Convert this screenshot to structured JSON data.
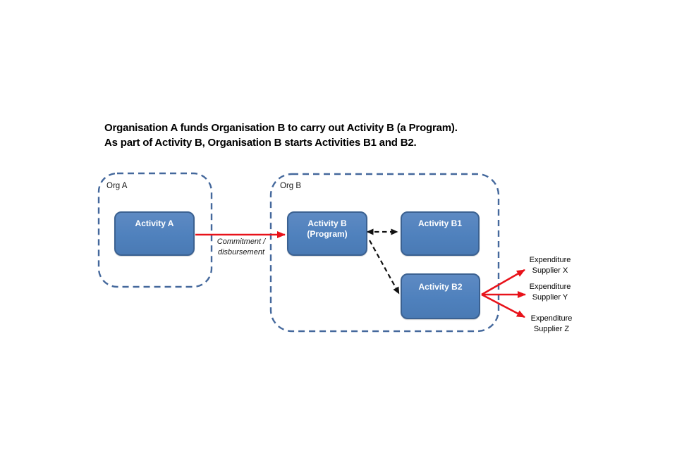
{
  "title": {
    "line1": "Organisation A funds Organisation B to carry out Activity B (a Program).",
    "line2": "As part of Activity B, Organisation B starts Activities B1 and B2."
  },
  "colors": {
    "node_fill": "#4f81bd",
    "node_border": "#3b6191",
    "node_text": "#ffffff",
    "container_dash": "#44689c",
    "flow_red": "#e8121a",
    "flow_black": "#111111"
  },
  "org_a": {
    "label": "Org A",
    "node": {
      "label": "Activity A"
    }
  },
  "org_b": {
    "label": "Org B",
    "program_node": {
      "line1": "Activity B",
      "line2": "(Program)"
    },
    "node_b1": {
      "label": "Activity B1"
    },
    "node_b2": {
      "label": "Activity B2"
    }
  },
  "flows": {
    "commitment": {
      "line1": "Commitment /",
      "line2": "disbursement"
    }
  },
  "expenditures": [
    {
      "line1": "Expenditure",
      "line2": "Supplier X"
    },
    {
      "line1": "Expenditure",
      "line2": "Supplier Y"
    },
    {
      "line1": "Expenditure",
      "line2": "Supplier Z"
    }
  ]
}
